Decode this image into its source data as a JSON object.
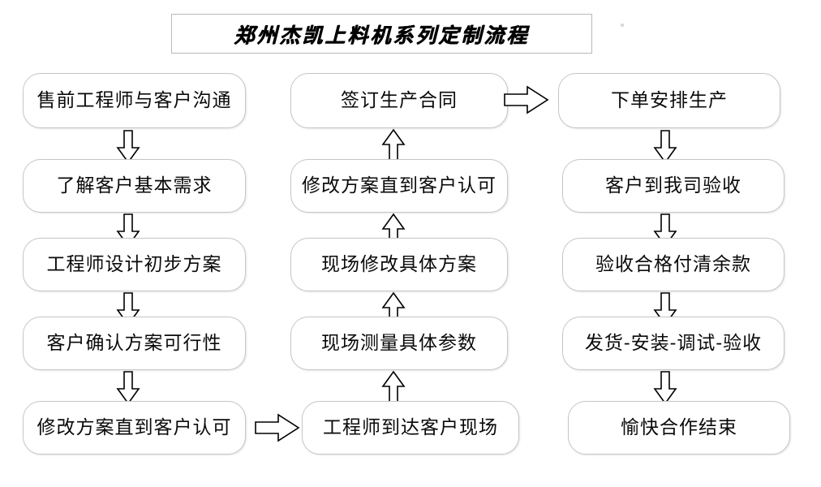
{
  "title": {
    "text": "郑州杰凯上料机系列定制流程"
  },
  "columns": [
    {
      "id": "column-left",
      "name": "pre-sales-design",
      "flow_direction": "down",
      "nodes": [
        {
          "id": "node-l1",
          "label": "售前工程师与客户沟通"
        },
        {
          "id": "node-l2",
          "label": "了解客户基本需求"
        },
        {
          "id": "node-l3",
          "label": "工程师设计初步方案"
        },
        {
          "id": "node-l4",
          "label": "客户确认方案可行性"
        },
        {
          "id": "node-l5",
          "label": "修改方案直到客户认可"
        }
      ]
    },
    {
      "id": "column-middle",
      "name": "on-site-survey",
      "flow_direction": "up",
      "nodes": [
        {
          "id": "node-m1",
          "label": "签订生产合同"
        },
        {
          "id": "node-m2",
          "label": "修改方案直到客户认可"
        },
        {
          "id": "node-m3",
          "label": "现场修改具体方案"
        },
        {
          "id": "node-m4",
          "label": "现场测量具体参数"
        },
        {
          "id": "node-m5",
          "label": "工程师到达客户现场"
        }
      ]
    },
    {
      "id": "column-right",
      "name": "production-delivery",
      "flow_direction": "down",
      "nodes": [
        {
          "id": "node-r1",
          "label": "下单安排生产"
        },
        {
          "id": "node-r2",
          "label": "客户到我司验收"
        },
        {
          "id": "node-r3",
          "label": "验收合格付清余款"
        },
        {
          "id": "node-r4",
          "label": "发货-安装-调试-验收"
        },
        {
          "id": "node-r5",
          "label": "愉快合作结束"
        }
      ]
    }
  ],
  "connectors": {
    "left_down": [
      "arrow-down",
      "arrow-down",
      "arrow-down",
      "arrow-down"
    ],
    "middle_up": [
      "arrow-up",
      "arrow-up",
      "arrow-up",
      "arrow-up"
    ],
    "right_down": [
      "arrow-down",
      "arrow-down",
      "arrow-down",
      "arrow-down"
    ],
    "left_to_middle": "arrow-right",
    "middle_to_right": "arrow-right"
  },
  "colors": {
    "box_border": "#c6c6c6",
    "title_border": "#b9b9b9",
    "text": "#0a0a0a",
    "arrow_stroke": "#000000",
    "background": "#ffffff"
  }
}
